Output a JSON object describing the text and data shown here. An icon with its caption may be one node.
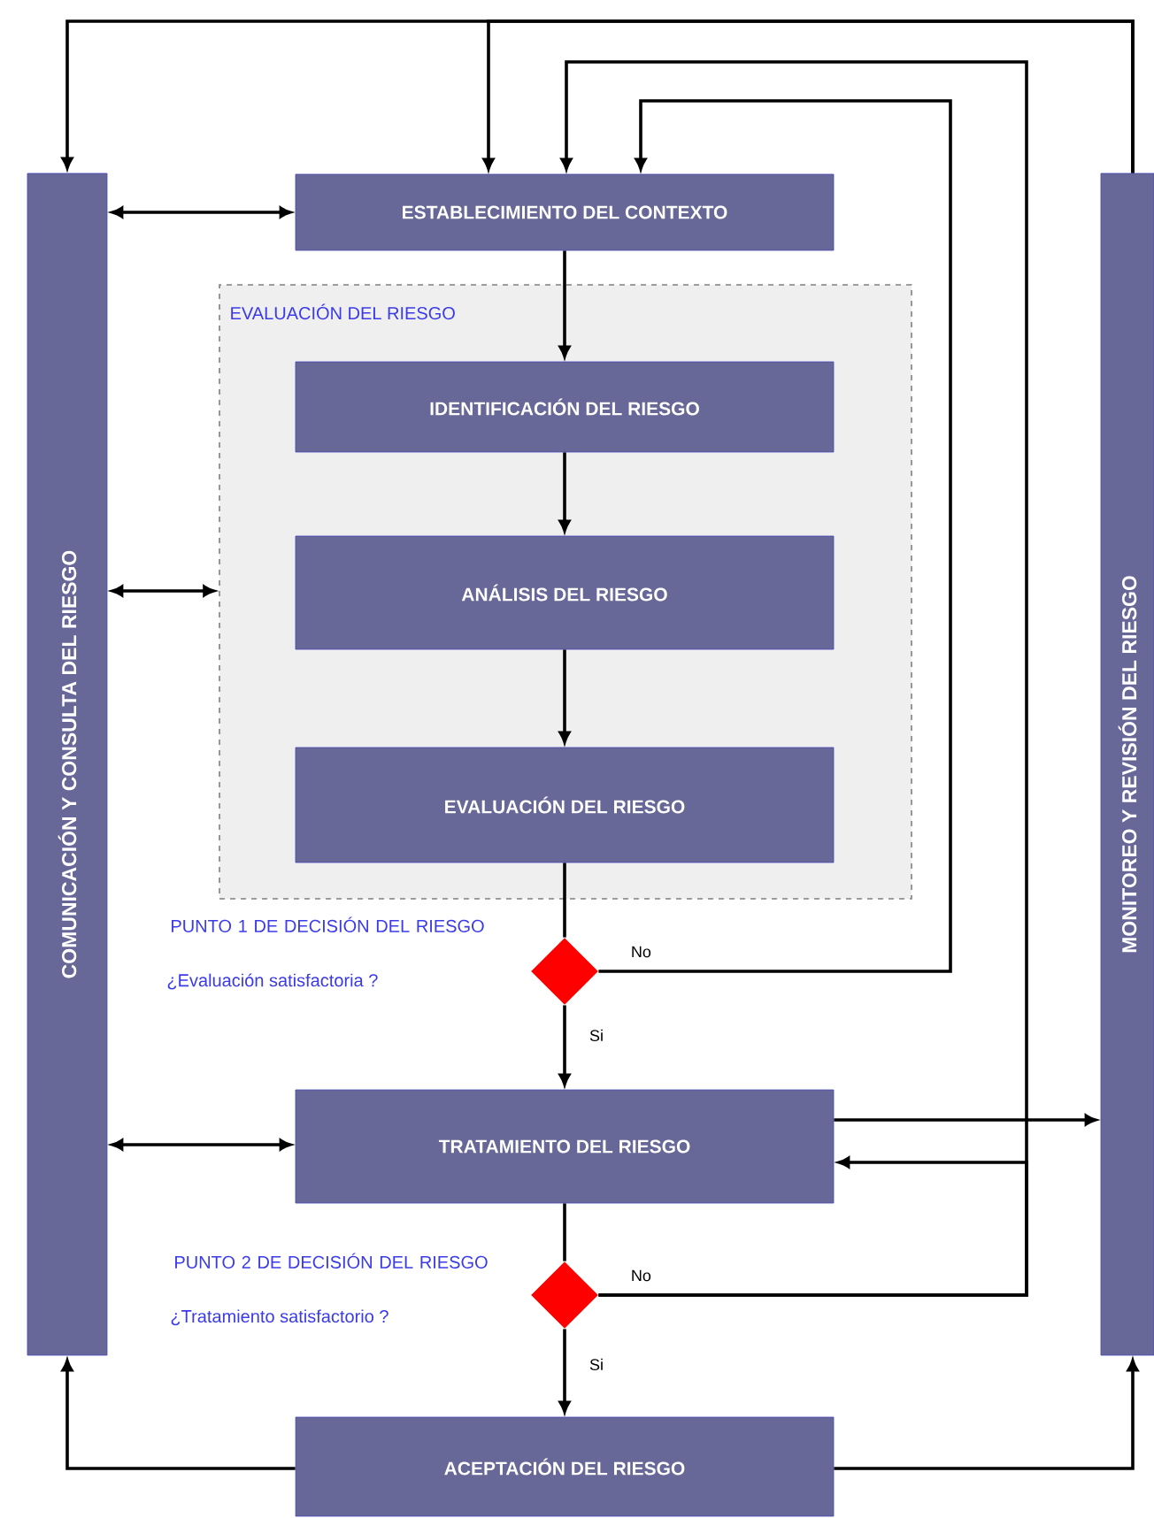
{
  "diagram": {
    "nodes": [
      {
        "text": [
          "COMUNICACIÓN Y CONSULTA DEL RIESGO"
        ]
      },
      {
        "text": [
          "ESTABLECIMIENTO DEL CONTEXTO"
        ]
      },
      {
        "text": [
          "EVALUACIÓN DEL RIESGO"
        ]
      },
      {
        "text": [
          "IDENTIFICACIÓN DEL RIESGO"
        ],
        "in": 2
      },
      {
        "text": [
          "ANÁLISIS DEL RIESGO"
        ],
        "in": 2
      },
      {
        "text": [
          "EVALUACIÓN DEL RIESGO"
        ],
        "in": 2
      },
      {
        "text": [],
        "shape": "diamond",
        "beside": [
          "PUNTO 1 DE DECISIÓN DEL RIESGO",
          "¿Evaluación satisfactoria ?"
        ]
      },
      {
        "text": [
          "TRATAMIENTO DEL RIESGO"
        ]
      },
      {
        "text": [],
        "shape": "diamond",
        "beside": [
          "PUNTO 2 DE DECISIÓN DEL RIESGO",
          "¿Tratamiento satisfactorio ?"
        ]
      },
      {
        "text": [
          "ACEPTACIÓN DEL RIESGO"
        ]
      },
      {
        "text": [
          "MONITOREO Y REVISIÓN DEL RIESGO"
        ]
      }
    ],
    "edges": [
      {
        "from": 10,
        "to": 0,
        "arrow": "to"
      },
      {
        "from": 10,
        "to": 1,
        "arrow": "to"
      },
      {
        "from": 0,
        "to": 1,
        "arrow": "both"
      },
      {
        "from": 1,
        "to": 3,
        "arrow": "to"
      },
      {
        "from": 3,
        "to": 4,
        "arrow": "to"
      },
      {
        "from": 4,
        "to": 5,
        "arrow": "to"
      },
      {
        "from": 5,
        "to": 6,
        "arrow": "none"
      },
      {
        "from": 6,
        "to": 1,
        "arrow": "to",
        "label": "No"
      },
      {
        "from": 6,
        "to": 7,
        "arrow": "to",
        "label": "Si"
      },
      {
        "from": 0,
        "to": 2,
        "arrow": "both"
      },
      {
        "from": 0,
        "to": 7,
        "arrow": "both"
      },
      {
        "from": 7,
        "to": 10,
        "arrow": "to"
      },
      {
        "from": 8,
        "to": 1,
        "arrow": "to",
        "label": "No"
      },
      {
        "from": 8,
        "to": 7,
        "arrow": "to"
      },
      {
        "from": 7,
        "to": 8,
        "arrow": "none"
      },
      {
        "from": 8,
        "to": 9,
        "arrow": "to",
        "label": "Si"
      },
      {
        "from": 9,
        "to": 0,
        "arrow": "to"
      },
      {
        "from": 9,
        "to": 10,
        "arrow": "to"
      }
    ]
  }
}
